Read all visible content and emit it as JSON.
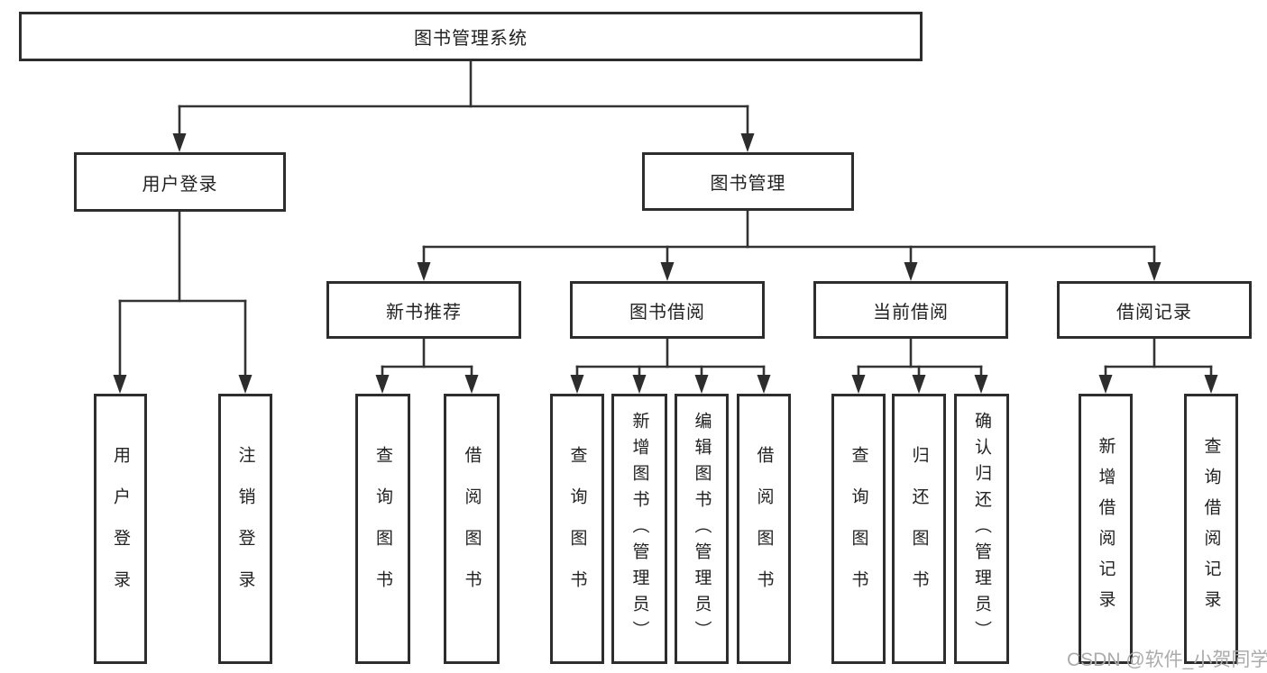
{
  "nodes": {
    "root": "图书管理系统",
    "user_login": "用户登录",
    "book_mgmt": "图书管理",
    "new_book_rec": "新书推荐",
    "book_borrow": "图书借阅",
    "current_borrow": "当前借阅",
    "borrow_record": "借阅记录",
    "leaf_user_login": "用户登录",
    "leaf_logout": "注销登录",
    "leaf_nb_query": "查询图书",
    "leaf_nb_borrow": "借阅图书",
    "leaf_bb_query": "查询图书",
    "leaf_bb_add": "新增图书（管理员）",
    "leaf_bb_edit": "编辑图书（管理员）",
    "leaf_bb_borrow": "借阅图书",
    "leaf_cb_query": "查询图书",
    "leaf_cb_return": "归还图书",
    "leaf_cb_confirm": "确认归还（管理员）",
    "leaf_br_add": "新增借阅记录",
    "leaf_br_query": "查询借阅记录"
  },
  "watermark": "CSDN @软件_小贺同学",
  "colors": {
    "line": "#333333",
    "box_border": "#2d2d2d",
    "text": "#222222",
    "watermark": "#ababab",
    "background": "#ffffff"
  }
}
